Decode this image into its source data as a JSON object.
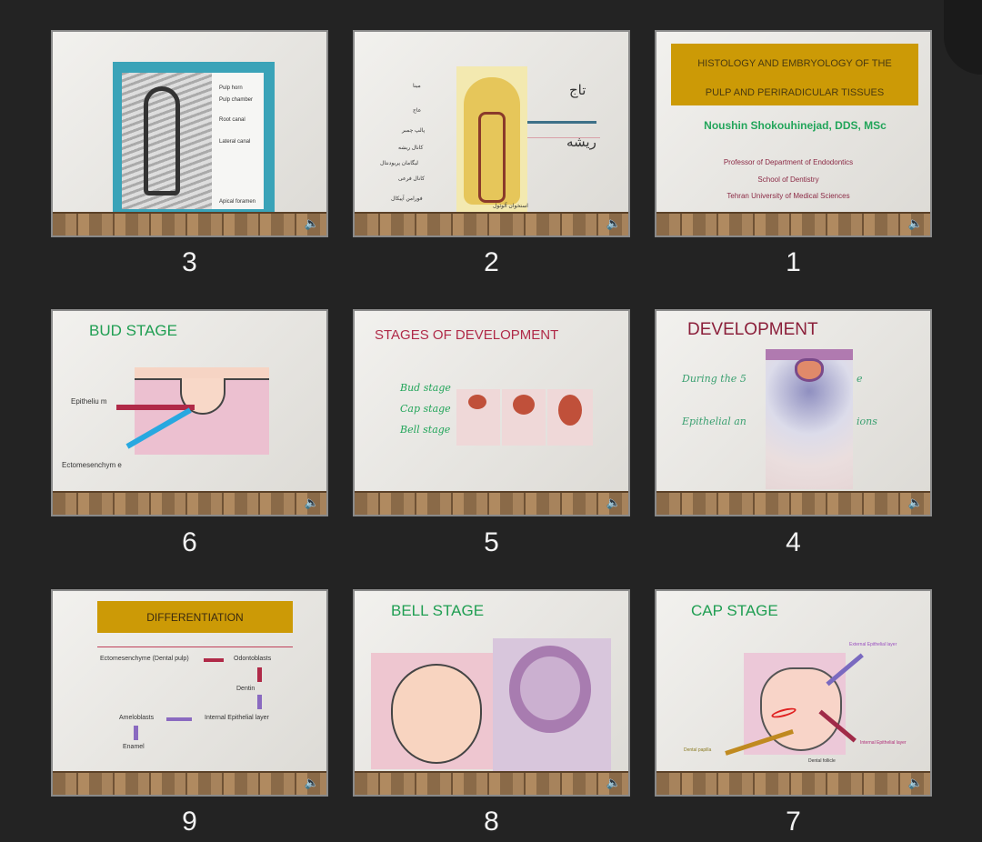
{
  "slides": [
    {
      "number": "1",
      "title_line1": "HISTOLOGY AND EMBRYOLOGY OF THE",
      "title_line2": "PULP AND PERIRADICULAR TISSUES",
      "author": "Noushin Shokouhinejad, DDS, MSc",
      "affil1": "Professor of Department of Endodontics",
      "affil2": "School of Dentistry",
      "affil3": "Tehran University of Medical Sciences"
    },
    {
      "number": "2",
      "crown": "تاج",
      "root": "ریشه",
      "labels": [
        "مینا",
        "عاج",
        "پالپ چمبر",
        "کانال ریشه",
        "لیگامان پریودنتال",
        "کانال فرعی",
        "فورامن آپیکال"
      ],
      "bone": "استخوان آلوئول"
    },
    {
      "number": "3",
      "labels": [
        "Pulp horn",
        "Pulp chamber",
        "Root canal",
        "Lateral canal",
        "Apical foramen"
      ]
    },
    {
      "number": "4",
      "title": "DEVELOPMENT",
      "line1": "During the 5",
      "line1_end": "e",
      "line2": "Epithelial an",
      "line2_end": "ions"
    },
    {
      "number": "5",
      "title": "STAGES OF  DEVELOPMENT",
      "items": [
        "Bud stage",
        "Cap stage",
        "Bell stage"
      ]
    },
    {
      "number": "6",
      "title": "BUD STAGE",
      "label1": "Epitheliu m",
      "label2": "Ectomesenchym e"
    },
    {
      "number": "7",
      "title": "CAP STAGE",
      "ext": "External Epithelial layer",
      "int": "Internal Epithelial layer",
      "papilla": "Dental papilla",
      "follicle": "Dental follicle"
    },
    {
      "number": "8",
      "title": "BELL STAGE"
    },
    {
      "number": "9",
      "title": "DIFFERENTIATION",
      "ecto": "Ectomesenchyme (Dental pulp)",
      "odonto": "Odontoblasts",
      "dentin": "Dentin",
      "iel": "Internal Epithelial layer",
      "amelo": "Ameloblasts",
      "enamel": "Enamel"
    }
  ],
  "icons": {
    "speaker": "speaker-icon"
  }
}
